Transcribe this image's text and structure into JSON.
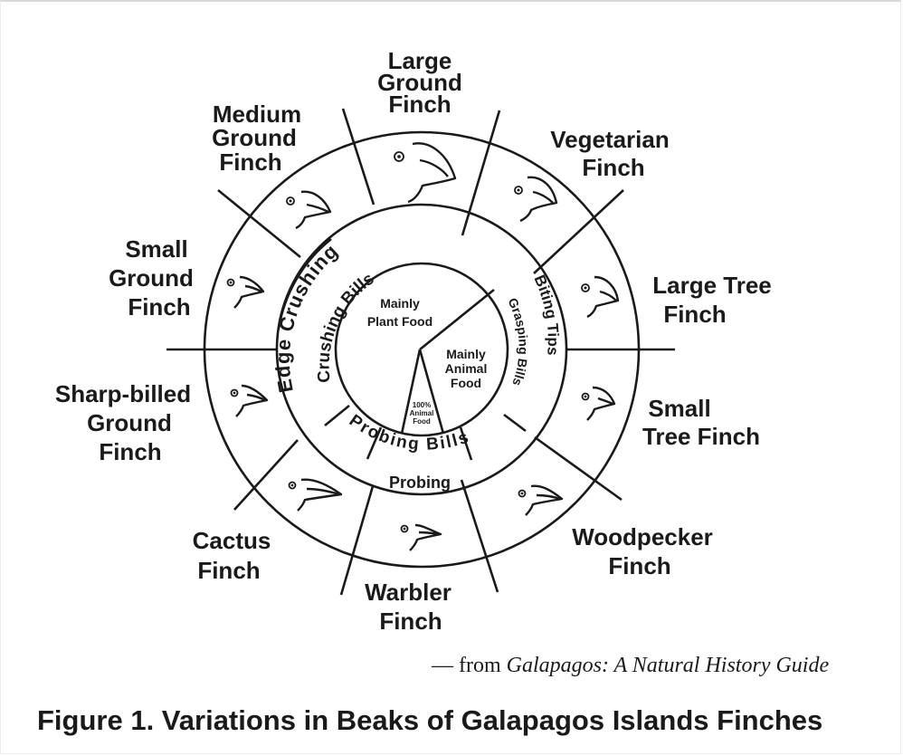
{
  "diagram": {
    "finches": {
      "large_ground": [
        "Large",
        "Ground",
        "Finch"
      ],
      "vegetarian": [
        "Vegetarian",
        "Finch"
      ],
      "large_tree": [
        "Large Tree",
        "Finch"
      ],
      "small_tree": [
        "Small",
        "Tree Finch"
      ],
      "woodpecker": [
        "Woodpecker",
        "Finch"
      ],
      "warbler": [
        "Warbler",
        "Finch"
      ],
      "cactus": [
        "Cactus",
        "Finch"
      ],
      "sharp_billed_ground": [
        "Sharp-billed",
        "Ground",
        "Finch"
      ],
      "small_ground": [
        "Small",
        "Ground",
        "Finch"
      ],
      "medium_ground": [
        "Medium",
        "Ground",
        "Finch"
      ]
    },
    "bill_rings": {
      "edge_crushing": "Edge Crushing",
      "crushing_bills": "Crushing Bills",
      "biting_tips": "Biting Tips",
      "grasping_bills": "Grasping Bills",
      "probing_bills": "Probing Bills",
      "probing": "Probing"
    },
    "food": {
      "mainly_plant": [
        "Mainly",
        "Plant Food"
      ],
      "mainly_animal": [
        "Mainly",
        "Animal",
        "Food"
      ],
      "all_animal": [
        "100%",
        "Animal",
        "Food"
      ]
    },
    "beak_icons": [
      "bird-head-icon",
      "beak-icon",
      "eye-icon"
    ]
  },
  "source": {
    "prefix": "— from ",
    "book": "Galapagos: A Natural History Guide"
  },
  "caption": "Figure 1.  Variations in Beaks of Galapagos Islands Finches"
}
